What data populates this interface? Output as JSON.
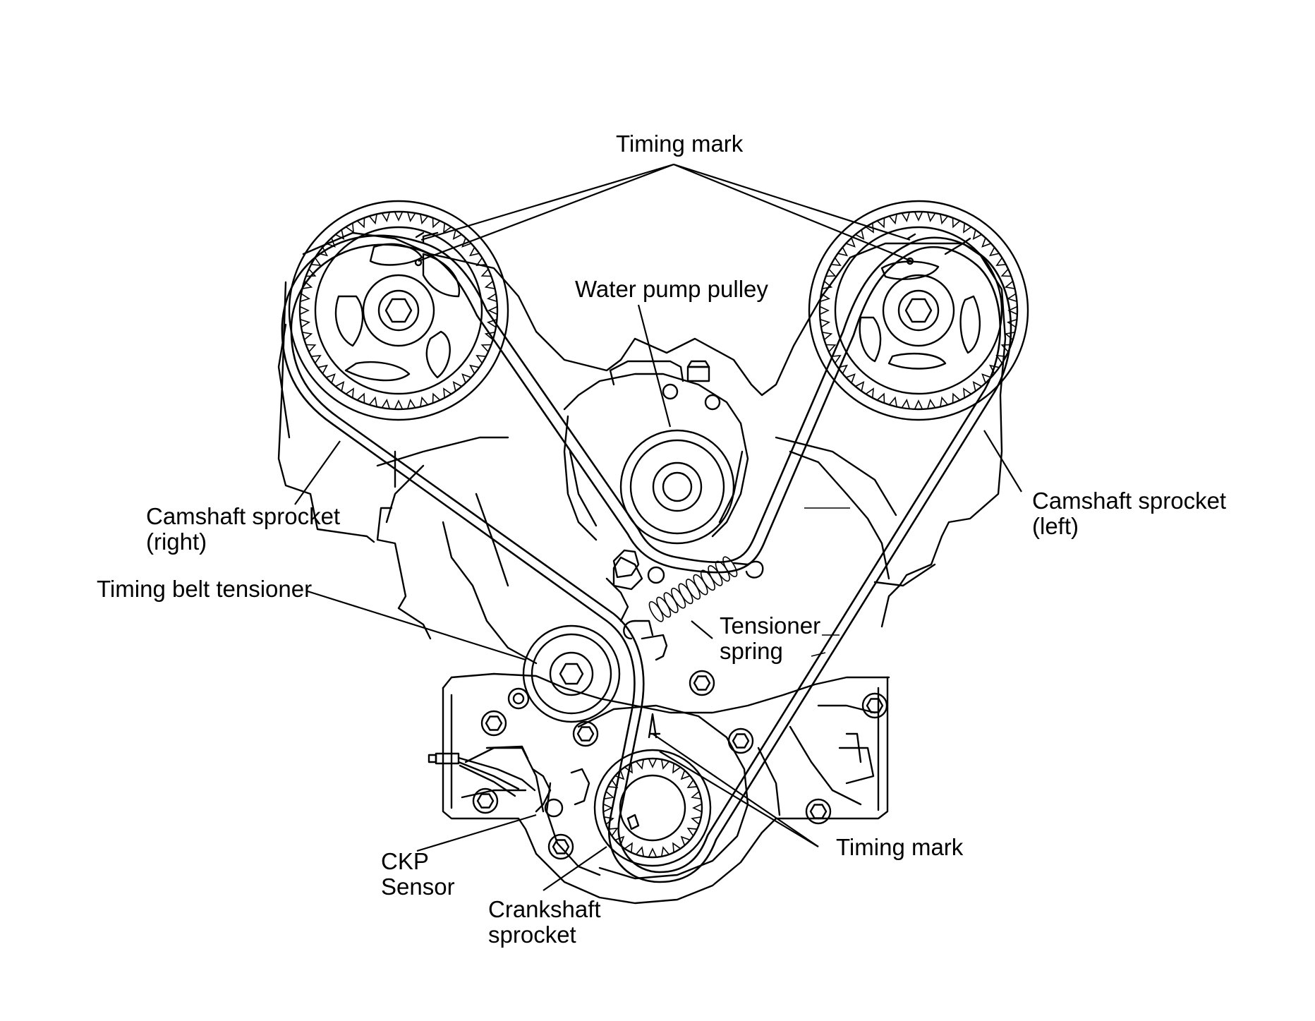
{
  "labels": {
    "timing_mark_top": "Timing mark",
    "water_pump_pulley": "Water pump pulley",
    "camshaft_right_line1": "Camshaft sprocket",
    "camshaft_right_line2": "(right)",
    "camshaft_left_line1": "Camshaft sprocket",
    "camshaft_left_line2": "(left)",
    "timing_belt_tensioner": "Timing belt tensioner",
    "tensioner_spring_line1": "Tensioner",
    "tensioner_spring_line2": "spring",
    "timing_mark_bottom": "Timing mark",
    "ckp_line1": "CKP",
    "ckp_line2": "Sensor",
    "crankshaft_line1": "Crankshaft",
    "crankshaft_line2": "sprocket"
  }
}
